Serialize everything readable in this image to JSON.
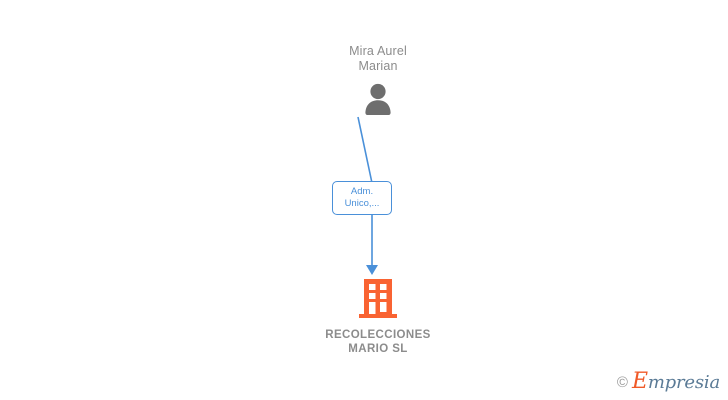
{
  "diagram": {
    "type": "org-relationship",
    "background_color": "#ffffff",
    "person": {
      "name": "Mira Aurel\nMarian",
      "name_line_1": "Mira Aurel",
      "name_line_2": "Marian",
      "icon": "person-silhouette-icon",
      "icon_color": "#6e6e6e",
      "text_color": "#8c8c8c"
    },
    "relationship": {
      "label_line_1": "Adm.",
      "label_line_2": "Unico,...",
      "full_label": "Adm. Unico,...",
      "border_color": "#4a90d9",
      "text_color": "#4a90d9",
      "connector_color": "#4a90d9",
      "direction": "person-to-company"
    },
    "company": {
      "name": "RECOLECCIONES\nMARIO  SL",
      "name_line_1": "RECOLECCIONES",
      "name_line_2": "MARIO  SL",
      "icon": "office-building-icon",
      "icon_color": "#f96332",
      "text_color": "#8c8c8c"
    }
  },
  "watermark": {
    "copyright_symbol": "©",
    "brand_initial": "E",
    "brand_rest": "mpresia",
    "brand_name": "Empresia",
    "initial_color": "#f05a28",
    "rest_color": "#5b7b96"
  }
}
